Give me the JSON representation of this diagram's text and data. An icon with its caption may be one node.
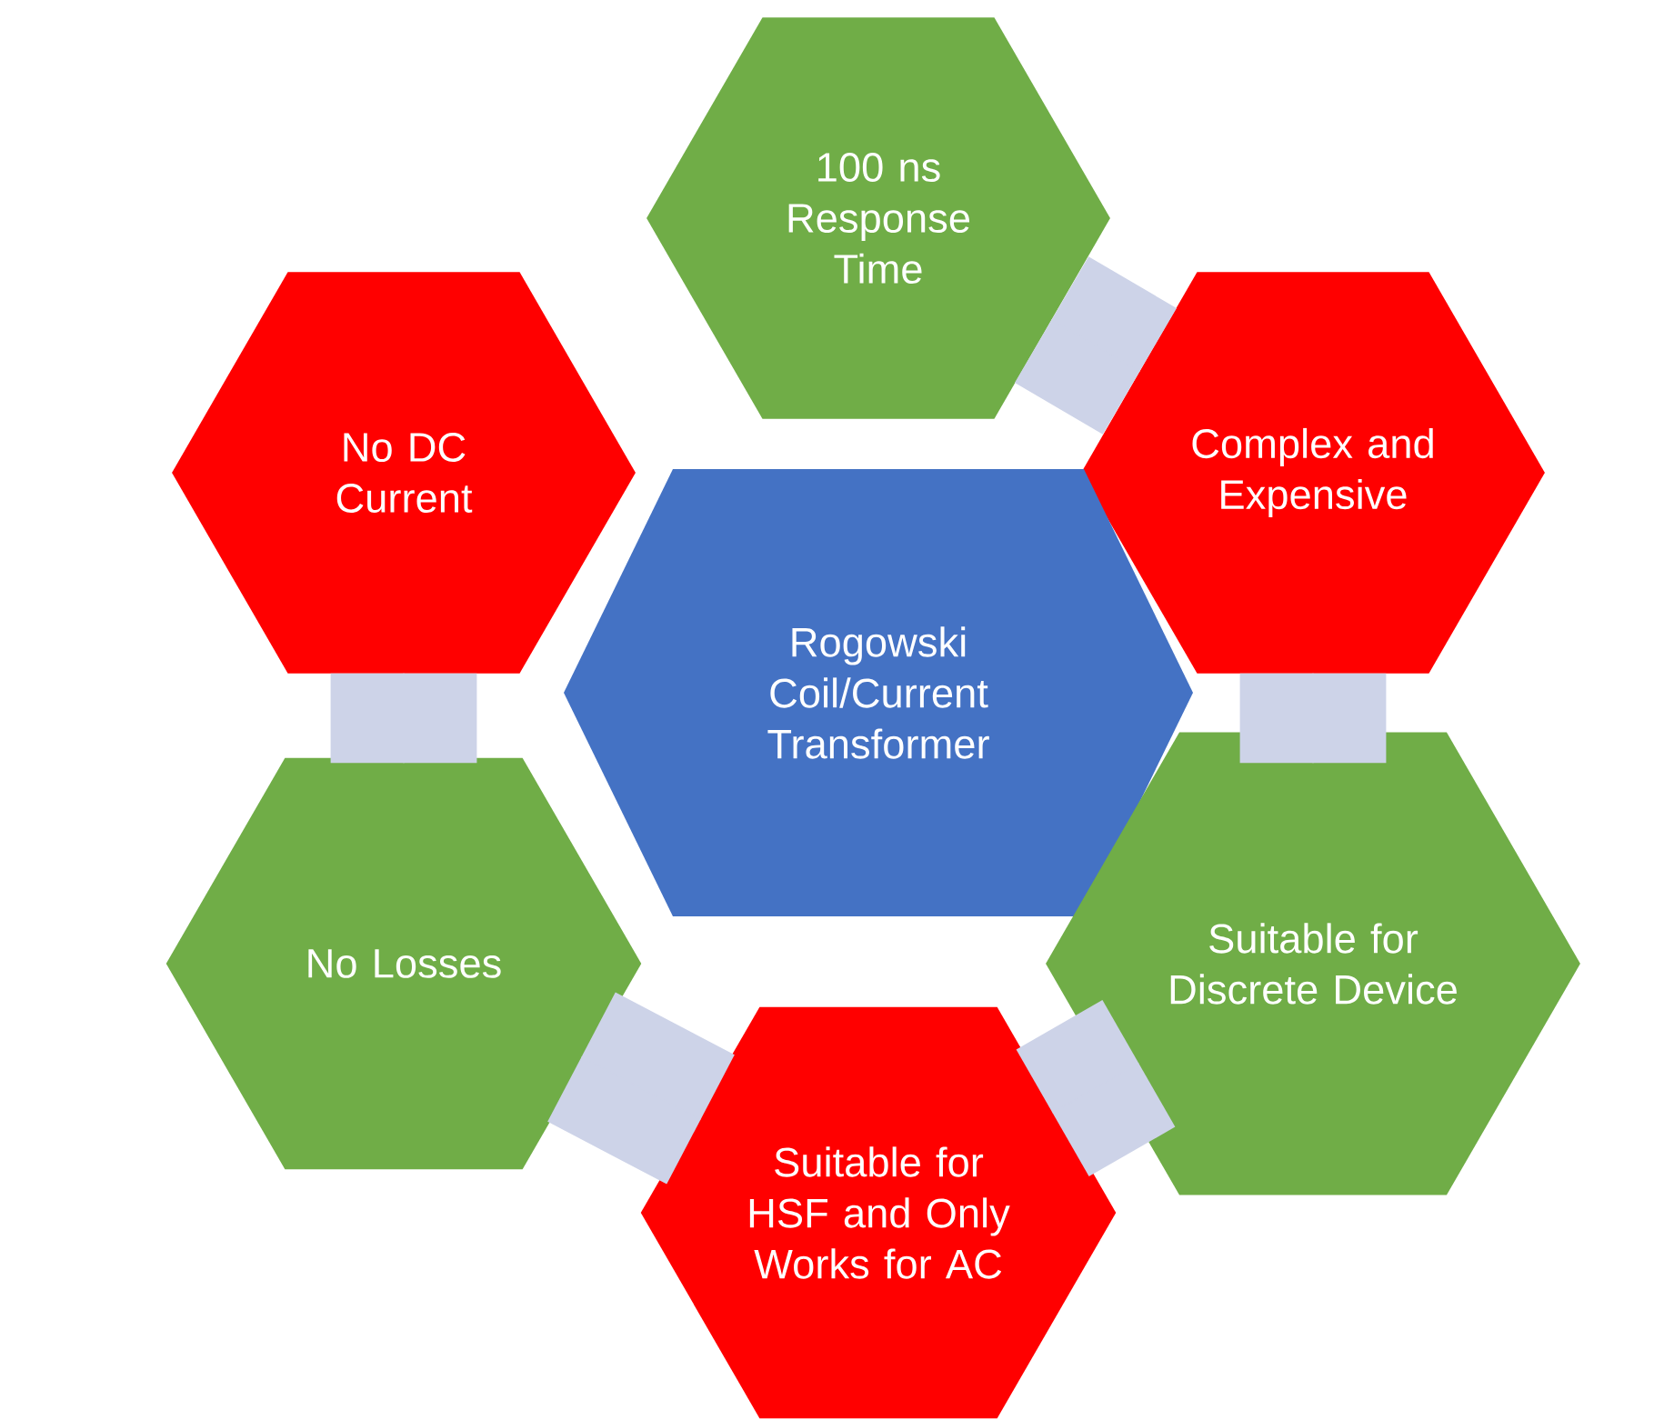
{
  "diagram": {
    "nodes": [
      {
        "text": [
          "100 ns Response Time"
        ]
      },
      {
        "text": [
          "No DC Current"
        ]
      },
      {
        "text": [
          "Complex and Expensive"
        ]
      },
      {
        "text": [
          "Rogowski Coil/Current Transformer"
        ]
      },
      {
        "text": [
          "No Losses"
        ]
      },
      {
        "text": [
          "Suitable for Discrete Device"
        ]
      },
      {
        "text": [
          "Suitable for HSF and Only Works for AC"
        ]
      }
    ],
    "edges": [
      {
        "from": 0,
        "to": 2,
        "arrow": "none"
      },
      {
        "from": 2,
        "to": 5,
        "arrow": "none"
      },
      {
        "from": 5,
        "to": 6,
        "arrow": "none"
      },
      {
        "from": 6,
        "to": 4,
        "arrow": "none"
      },
      {
        "from": 4,
        "to": 1,
        "arrow": "none"
      }
    ]
  }
}
